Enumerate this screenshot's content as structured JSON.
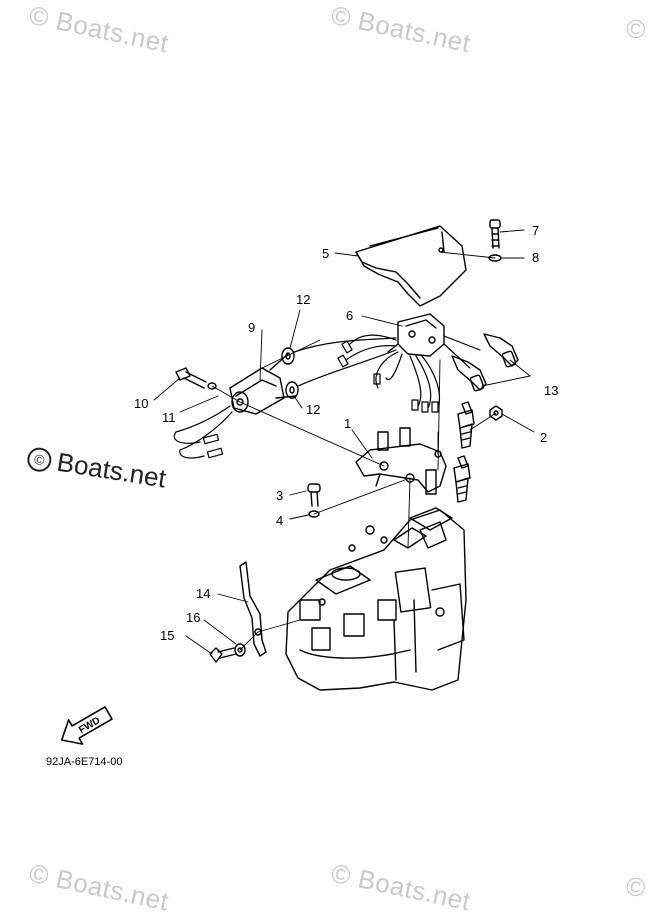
{
  "watermark": {
    "text": "Boats.net",
    "copyright_symbol": "©"
  },
  "diagram": {
    "part_code": "92JA-6E714-00",
    "direction_label": "FWD",
    "callouts": [
      {
        "id": "c1",
        "label": "1"
      },
      {
        "id": "c2",
        "label": "2"
      },
      {
        "id": "c3",
        "label": "3"
      },
      {
        "id": "c4",
        "label": "4"
      },
      {
        "id": "c5",
        "label": "5"
      },
      {
        "id": "c6",
        "label": "6"
      },
      {
        "id": "c7",
        "label": "7"
      },
      {
        "id": "c8",
        "label": "8"
      },
      {
        "id": "c9",
        "label": "9"
      },
      {
        "id": "c10",
        "label": "10"
      },
      {
        "id": "c11",
        "label": "11"
      },
      {
        "id": "c12a",
        "label": "12"
      },
      {
        "id": "c12b",
        "label": "12"
      },
      {
        "id": "c13",
        "label": "13"
      },
      {
        "id": "c14",
        "label": "14"
      },
      {
        "id": "c15",
        "label": "15"
      },
      {
        "id": "c16",
        "label": "16"
      }
    ]
  }
}
